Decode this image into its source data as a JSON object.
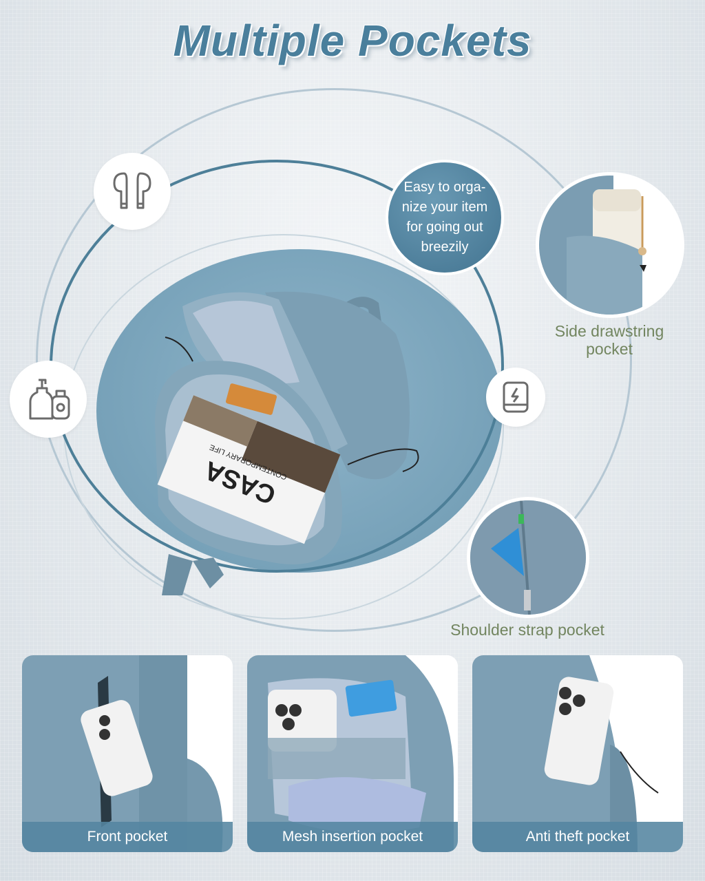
{
  "title": "Multiple Pockets",
  "callout": {
    "lines": [
      "Easy to orga-",
      "nize your item",
      "for going out",
      "breezily"
    ]
  },
  "icons": [
    {
      "name": "earbuds-icon"
    },
    {
      "name": "toiletries-bottles-icon"
    },
    {
      "name": "power-bank-icon"
    }
  ],
  "hero": {
    "book_title": "CASA",
    "book_subtitle": "CONTEMPORARY LIFE"
  },
  "features": {
    "side": {
      "label_line1": "Side drawstring",
      "label_line2": "pocket"
    },
    "shoulder": {
      "label": "Shoulder strap pocket"
    }
  },
  "panels": [
    {
      "label": "Front pocket"
    },
    {
      "label": "Mesh insertion pocket"
    },
    {
      "label": "Anti theft pocket"
    }
  ],
  "colors": {
    "brand_blue": "#4a7f9c",
    "bag_blue": "#7ea1b6",
    "label_green": "#72855f",
    "panel_bar": "#5485a1"
  }
}
